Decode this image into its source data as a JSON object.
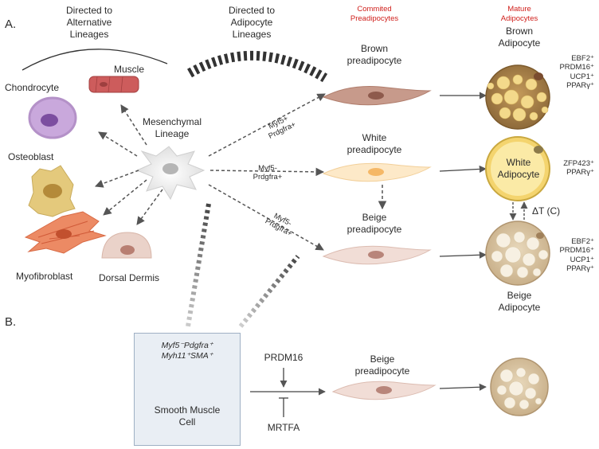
{
  "panels": {
    "a": "A.",
    "b": "B."
  },
  "headers": {
    "alternative": [
      "Directed to",
      "Alternative",
      "Lineages"
    ],
    "adipocyte": [
      "Directed to",
      "Adipocyte",
      "Lineages"
    ],
    "committed": [
      "Commited",
      "Preadipocytes"
    ],
    "mature": [
      "Mature",
      "Adipocytes"
    ]
  },
  "cells": {
    "muscle": "Muscle",
    "chondrocyte": "Chondrocyte",
    "osteoblast": "Osteoblast",
    "myofibroblast": "Myofibroblast",
    "dorsal_dermis": "Dorsal Dermis",
    "mesenchymal": [
      "Mesenchymal",
      "Lineage"
    ],
    "brown_pre": [
      "Brown",
      "preadipocyte"
    ],
    "white_pre": [
      "White",
      "preadipocyte"
    ],
    "beige_pre": [
      "Beige",
      "preadipocyte"
    ],
    "brown_adipocyte": [
      "Brown",
      "Adipocyte"
    ],
    "white_adipocyte": [
      "White",
      "Adipocyte"
    ],
    "beige_adipocyte": [
      "Beige",
      "Adipocyte"
    ],
    "beige_pre_b": [
      "Beige",
      "preadipocyte"
    ],
    "smooth_muscle": [
      "Smooth Muscle",
      "Cell"
    ]
  },
  "arrow_labels": {
    "brown": [
      "Myf5+",
      "Prdgfra+"
    ],
    "white": [
      "Myf5-",
      "Prdgfra+"
    ],
    "beige": [
      "Myf5-",
      "Prdgfra+"
    ]
  },
  "markers": {
    "brown": [
      "EBF2⁺",
      "PRDM16⁺",
      "UCP1⁺",
      "PPARγ⁺"
    ],
    "white": [
      "ZFP423⁺",
      "PPARγ⁺"
    ],
    "beige": [
      "EBF2⁺",
      "PRDM16⁺",
      "UCP1⁺",
      "PPARγ⁺"
    ]
  },
  "delta_t": "ΔT (C)",
  "smc_markers": [
    "Myf5⁻Pdgfra⁺",
    "Myh11⁺SMA⁺"
  ],
  "regulators": {
    "prdm16": "PRDM16",
    "mrtfa": "MRTFA"
  },
  "colors": {
    "red_header": "#d0201c",
    "brown_cell": "#c79a8b",
    "white_cell": "#fde9c8",
    "beige_cell": "#f1ddd6",
    "brown_adipocyte": "#a57b3e",
    "white_adipocyte": "#f7e28a",
    "beige_adipocyte": "#dcc7a3",
    "smc": "#4a86b4",
    "muscle": "#cd5c5c",
    "chondrocyte": "#b491c8",
    "osteoblast": "#ddc07a",
    "myofibroblast": "#e87a57",
    "dermis": "#e6c7bd",
    "mesenchymal": "#e8e8e8"
  }
}
